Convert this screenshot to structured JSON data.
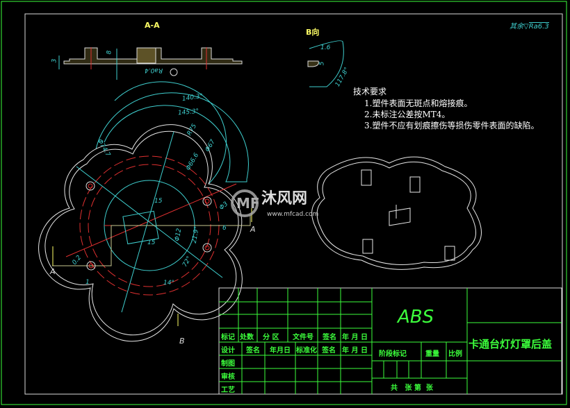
{
  "views": {
    "section_label": "A-A",
    "view_b_label": "B向",
    "section_mark_a": "A",
    "view_mark_b": "B"
  },
  "surface_finish": {
    "prefix": "其余",
    "value": "Ra6.3"
  },
  "section_roughness": "Ra0.4",
  "dimensions": [
    "140.3°",
    "145.3°",
    "R75",
    "Φ67",
    "Φ74.7",
    "Φ66.6",
    "15",
    "15",
    "6",
    "Φ3",
    "Φ12",
    "21.9°",
    "72°",
    "14°",
    "0.2",
    "1",
    "8",
    "3",
    "5",
    "1.6",
    "117.8°"
  ],
  "tech_requirements": {
    "title": "技术要求",
    "items": [
      "1.塑件表面无斑点和熔接痕。",
      "2.未标注公差按MT4。",
      "3.塑件不应有划痕擦伤等损伤零件表面的缺陷。"
    ]
  },
  "watermark": {
    "brand": "沐风网",
    "url": "www.mfcad.com"
  },
  "title_block": {
    "material": "ABS",
    "part_name": "卡通台灯灯罩后盖",
    "row_labels": [
      "标记",
      "处数",
      "分 区",
      "文件号",
      "签名",
      "年 月 日"
    ],
    "design_row": [
      "设计",
      "签名",
      "年月日",
      "标准化",
      "签名",
      "年 月 日"
    ],
    "left_labels": [
      "制图",
      "审核",
      "工艺"
    ],
    "stage_mark": "阶段标记",
    "weight": "重量",
    "scale": "比例",
    "sheets": "共   张 第  张"
  },
  "colors": {
    "grid": "#3cff3c",
    "outline": "#e8e8e8",
    "dimension": "#3fd0d0",
    "centerline": "#e03030",
    "label": "#ffff66"
  }
}
